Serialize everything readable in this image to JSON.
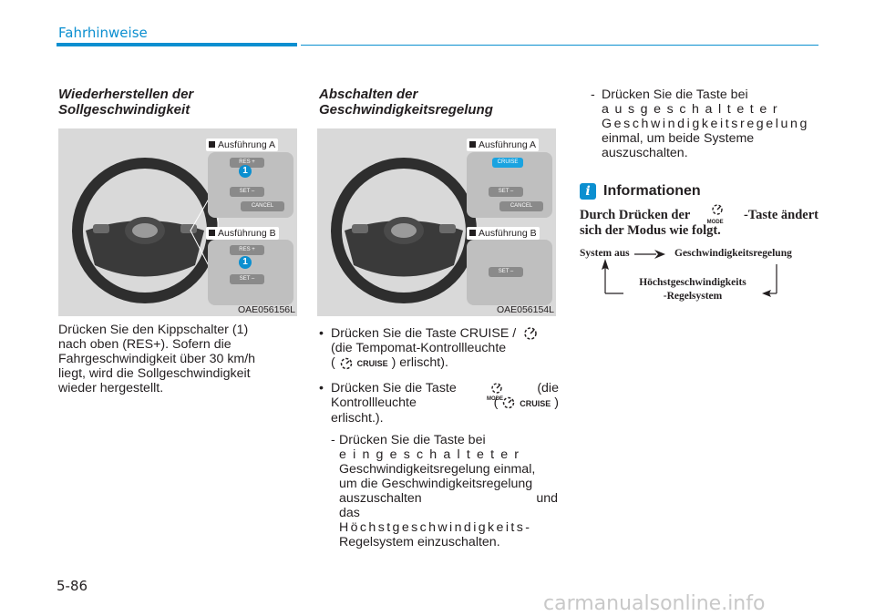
{
  "header": {
    "section_title": "Fahrhinweise"
  },
  "left_column": {
    "heading_line1": "Wiederherstellen der",
    "heading_line2": "Sollgeschwindigkeit",
    "image_code": "OAE056156L",
    "variant_a": "Ausführung A",
    "variant_b": "Ausführung B",
    "btn_res": "RES +",
    "btn_set": "SET –",
    "btn_cancel": "CANCEL",
    "badge": "1",
    "paragraph_lines": [
      "Drücken Sie den Kippschalter (1)",
      "nach oben (RES+). Sofern die",
      "Fahrgeschwindigkeit über 30 km/h",
      "liegt, wird die Sollgeschwindigkeit",
      "wieder hergestellt."
    ]
  },
  "middle_column": {
    "heading_line1": "Abschalten der",
    "heading_line2": "Geschwindigkeitsregelung",
    "image_code": "OAE056154L",
    "variant_a": "Ausführung A",
    "variant_b": "Ausführung B",
    "btn_cruise": "CRUISE",
    "btn_set": "SET –",
    "btn_cancel": "CANCEL",
    "bullet1_line1": "Drücken Sie die Taste CRUISE /",
    "bullet1_line2": "(die Tempomat-Kontrollleuchte",
    "bullet1_line3_pre": "(",
    "bullet1_line3_post": ") erlischt).",
    "bullet2_line1_pre": "Drücken Sie die Taste",
    "bullet2_line1_post": "(die",
    "bullet2_line2_pre": "Kontrollleuchte",
    "bullet2_line2_open": "(",
    "bullet2_line2_close": ")",
    "bullet2_line3": "erlischt.).",
    "sub_lines": [
      "eingeschalteter",
      "Geschwindigkeitsregelung einmal,",
      "um die Geschwindigkeitsregelung",
      "auszuschalten und das",
      "Höchstgeschwindigkeits-",
      "Regelsystem einzuschalten."
    ],
    "sub_first": "Drücken Sie die Taste bei",
    "cruise_label": "CRUISE",
    "mode_label": "MODE",
    "bullet_char": "•",
    "dash_char": "-"
  },
  "right_column": {
    "sub_first": "Drücken Sie die Taste bei",
    "sub_lines": [
      "ausgeschalteter",
      "Geschwindigkeitsregelung",
      "einmal, um beide Systeme",
      "auszuschalten."
    ],
    "info_icon": "i",
    "info_title": "Informationen",
    "info_text_pre": "Durch Drücken der",
    "info_text_post": "-Taste ändert",
    "info_text_line2": "sich der Modus wie folgt.",
    "mode_label": "MODE",
    "flow_system_off": "System aus",
    "flow_cruise": "Geschwindigkeitsregelung",
    "flow_limit_line1": "Höchstgeschwindigkeits",
    "flow_limit_line2": "-Regelsystem"
  },
  "footer": {
    "page_number": "5-86",
    "watermark": "carmanualsonline.info"
  },
  "colors": {
    "accent": "#0b8fd0",
    "illustration_bg": "#d9d9d9",
    "text": "#231f20"
  }
}
